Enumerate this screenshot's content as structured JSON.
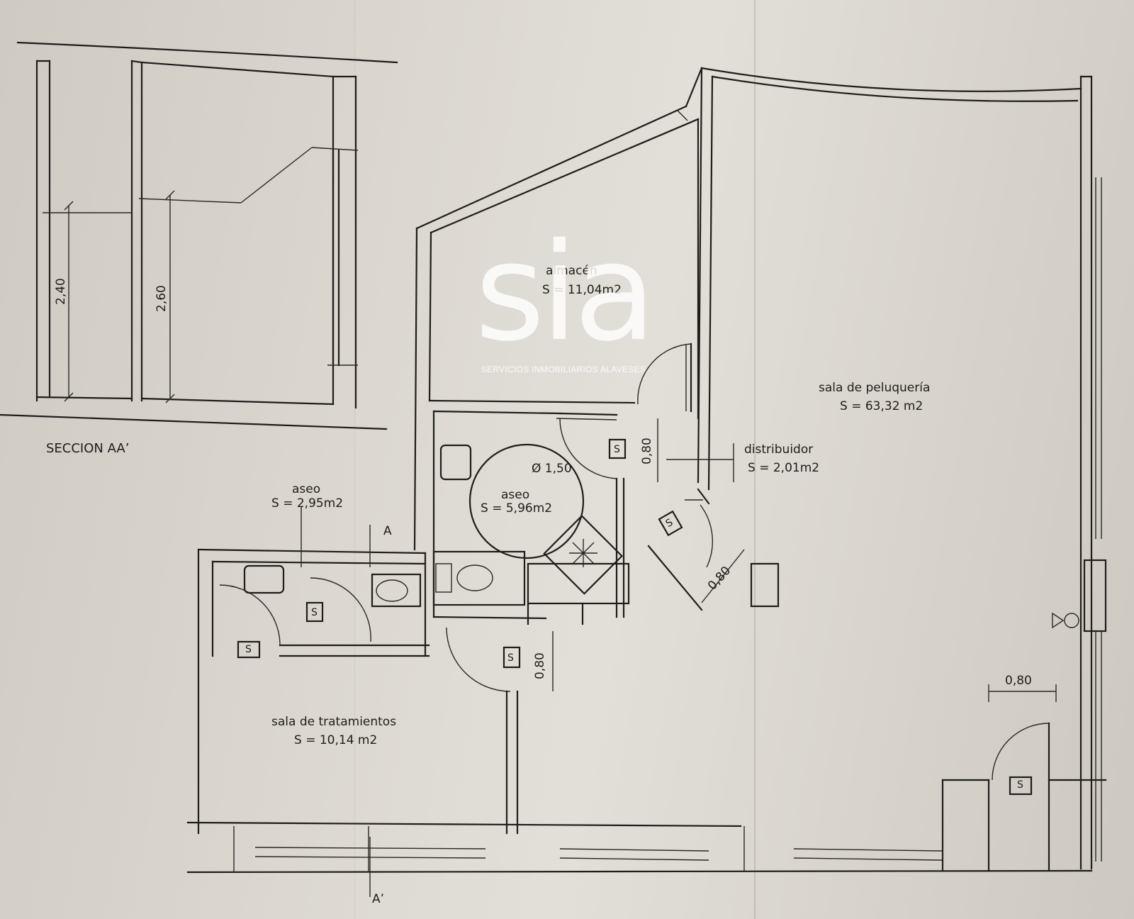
{
  "section": {
    "title": "SECCION AA’",
    "heights": [
      "2,40",
      "2,60"
    ]
  },
  "rooms": {
    "almacen": {
      "name": "almacén",
      "area": "S = 11,04m2"
    },
    "aseo_small": {
      "name": "aseo",
      "area": "S = 2,95m2"
    },
    "aseo_big": {
      "name": "aseo",
      "area": "S = 5,96m2"
    },
    "distribuidor": {
      "name": "distribuidor",
      "area": "S = 2,01m2"
    },
    "peluqueria": {
      "name": "sala de peluquería",
      "area": "S = 63,32 m2"
    },
    "tratamientos": {
      "name": "sala de tratamientos",
      "area": "S = 10,14 m2"
    }
  },
  "dimensions": {
    "turning_circle": "Ø 1,50",
    "door": "0,80"
  },
  "section_markers": {
    "a": "A",
    "a_prime": "A’"
  },
  "symbol": "S",
  "watermark": {
    "brand": "sia",
    "tagline": "SERVICIOS INMOBILIARIOS ALAVESES"
  },
  "colors": {
    "paper": "#dcd8d1",
    "ink": "#1f1d1a",
    "watermark": "#ffffff"
  }
}
